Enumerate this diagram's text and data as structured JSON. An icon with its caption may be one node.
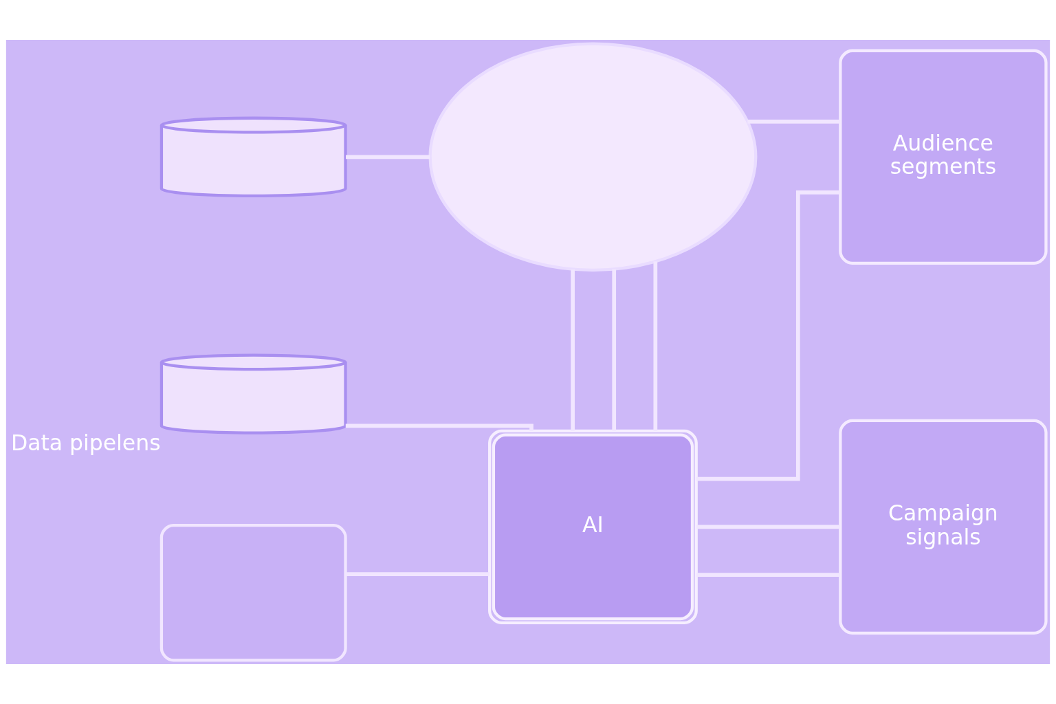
{
  "diagram": {
    "nodes": [
      {
        "text": [],
        "shape": "cylinder"
      },
      {
        "text": [],
        "shape": "cylinder",
        "beside": [
          "Data pipelens"
        ]
      },
      {
        "text": [],
        "shape": "cloud"
      },
      {
        "text": [
          "Audience segments"
        ]
      },
      {
        "text": [
          "AI"
        ]
      },
      {
        "text": [
          "Campaign signals"
        ]
      },
      {
        "text": [],
        "shape": "box"
      }
    ],
    "edges": [
      {
        "from": 0,
        "to": 2,
        "arrow": "none"
      },
      {
        "from": 1,
        "to": 4,
        "arrow": "none"
      },
      {
        "from": 2,
        "to": 3,
        "arrow": "none"
      },
      {
        "from": 2,
        "to": 4,
        "arrow": "none"
      },
      {
        "from": 2,
        "to": 4,
        "arrow": "none"
      },
      {
        "from": 2,
        "to": 4,
        "arrow": "none"
      },
      {
        "from": 3,
        "to": 4,
        "arrow": "none"
      },
      {
        "from": 6,
        "to": 4,
        "arrow": "none"
      },
      {
        "from": 4,
        "to": 5,
        "arrow": "none"
      },
      {
        "from": 4,
        "to": 5,
        "arrow": "none"
      }
    ]
  }
}
